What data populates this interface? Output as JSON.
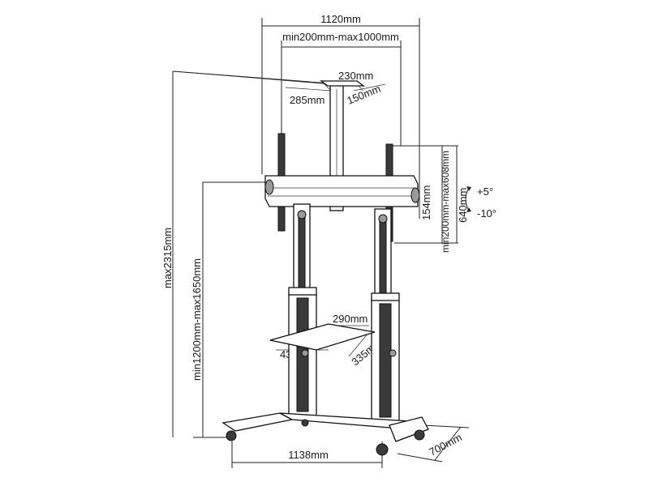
{
  "dimensions": {
    "overall_width": "1120mm",
    "vesa_width": "min200mm-max1000mm",
    "top_shelf_width": "230mm",
    "top_shelf_depth_left": "285mm",
    "top_shelf_depth_right": "150mm",
    "mount_height_offset": "154mm",
    "vesa_height": "min200mm-max608mm",
    "bracket_height": "640mm",
    "tilt_up": "+5°",
    "tilt_down": "-10°",
    "max_height": "max2315mm",
    "center_height": "min1200mm-max1650mm",
    "shelf_width": "290mm",
    "shelf_length": "430mm",
    "shelf_depth": "335mm",
    "base_width": "1138mm",
    "base_depth": "700mm"
  },
  "colors": {
    "line": "#222222",
    "frame": "#3a3a3a",
    "accent": "#9a9a9a"
  }
}
